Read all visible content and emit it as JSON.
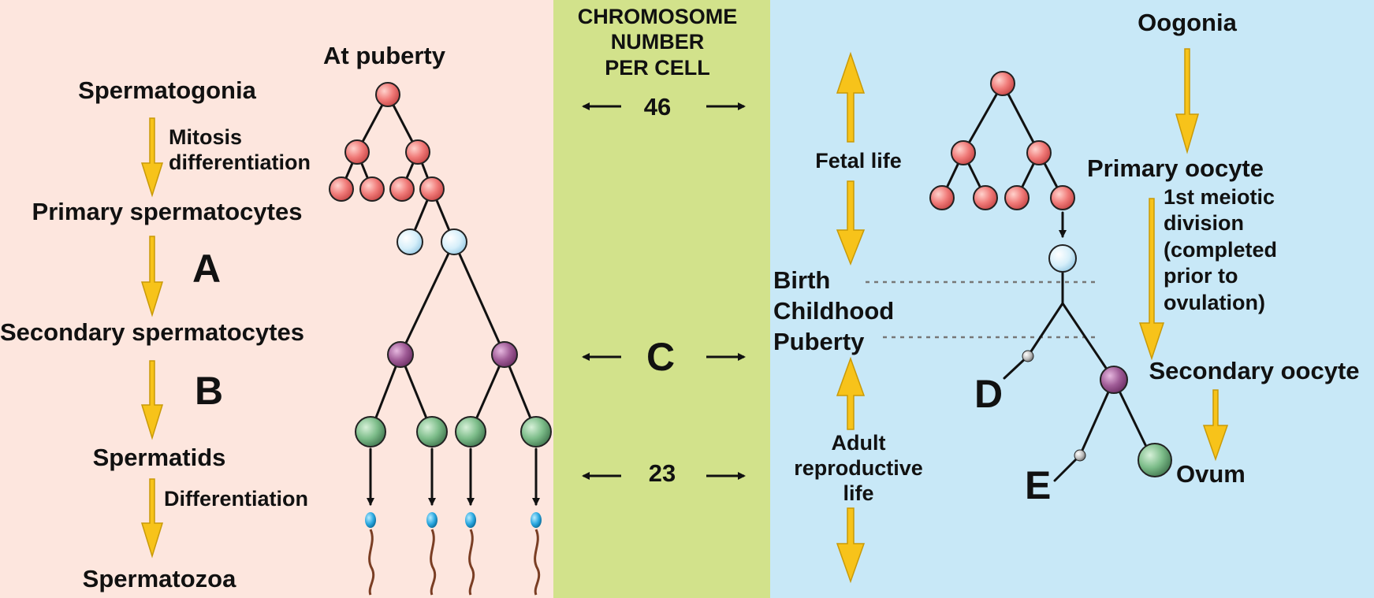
{
  "colors": {
    "male_bg": "#fde6de",
    "middle_bg": "#d2e28b",
    "female_bg": "#c8e8f7",
    "arrow_yellow": "#f7c31a",
    "cell_red": "#f07a78",
    "cell_blue": "#d6effa",
    "cell_purple": "#a05c97",
    "cell_green": "#7dbd8a"
  },
  "male": {
    "at_puberty": "At puberty",
    "spermatogonia": "Spermatogonia",
    "mitosis_label": "Mitosis\ndifferentiation",
    "primary_spermatocytes": "Primary spermatocytes",
    "label_a": "A",
    "secondary_spermatocytes": "Secondary spermatocytes",
    "label_b": "B",
    "spermatids": "Spermatids",
    "differentiation_label": "Differentiation",
    "spermatozoa": "Spermatozoa"
  },
  "middle": {
    "heading": "CHROMOSOME\nNUMBER\nPER CELL",
    "count_top": "46",
    "count_mid": "C",
    "count_bottom": "23"
  },
  "female": {
    "oogonia": "Oogonia",
    "fetal_life": "Fetal life",
    "primary_oocyte": "Primary oocyte",
    "meiotic_label": "1st meiotic\ndivision\n(completed\nprior to\novulation)",
    "birth": "Birth",
    "childhood": "Childhood",
    "puberty": "Puberty",
    "secondary_oocyte": "Secondary oocyte",
    "label_d": "D",
    "adult_life": "Adult\nreproductive\nlife",
    "label_e": "E",
    "ovum": "Ovum"
  }
}
